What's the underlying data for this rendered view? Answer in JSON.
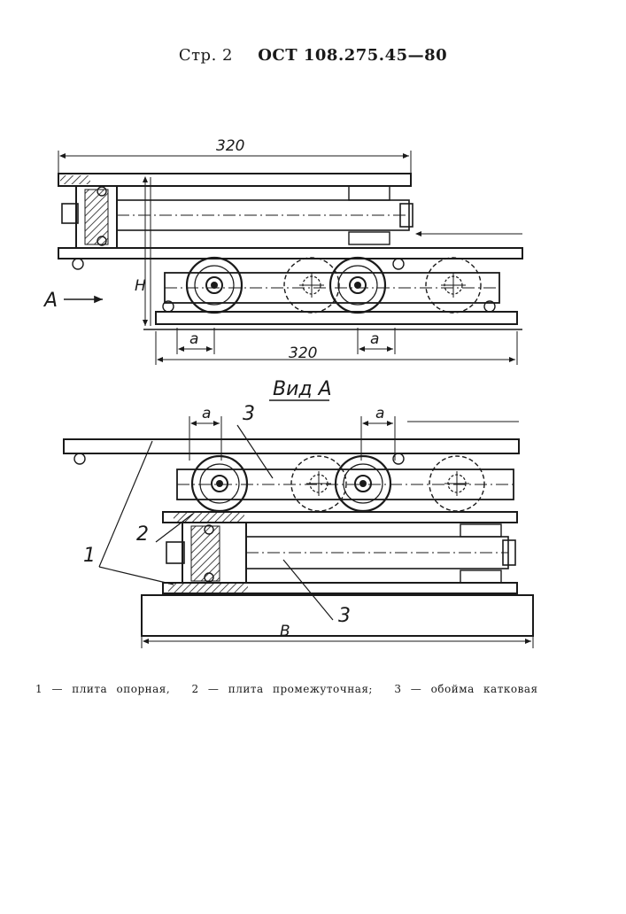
{
  "header": {
    "page_ref": "Стр. 2",
    "standard_code": "ОСТ 108.275.45—80"
  },
  "drawing_top": {
    "dim_top_width": "320",
    "dim_bottom_width": "320",
    "dim_height": "H",
    "dim_a_left": "a",
    "dim_a_right": "a",
    "view_arrow_label": "А"
  },
  "drawing_bottom": {
    "view_title": "Вид А",
    "dim_a_left": "a",
    "dim_a_right": "a",
    "dim_base_width": "B",
    "callout_1": "1",
    "callout_2": "2",
    "callout_3_top": "3",
    "callout_3_bottom": "3"
  },
  "caption": {
    "item_1": "1 — плита опорная,",
    "item_2": "2 — плита промежуточная;",
    "item_3": "3 — обойма катковая"
  }
}
